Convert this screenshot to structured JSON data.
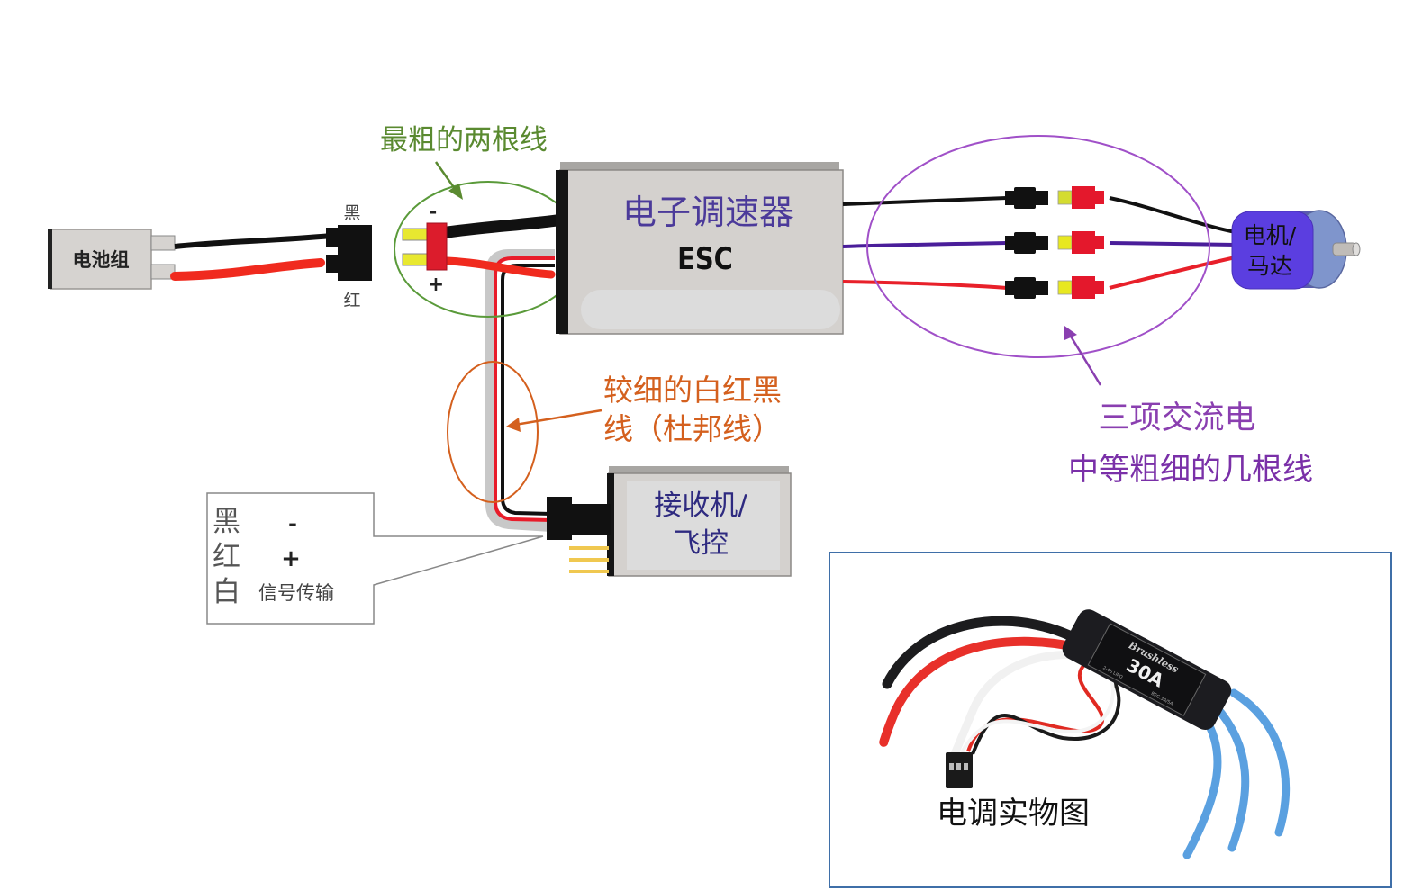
{
  "title": "ESC wiring diagram",
  "battery": {
    "label": "电池组",
    "black_label": "黑",
    "red_label": "红"
  },
  "thick_wires": {
    "annotation": "最粗的两根线",
    "minus": "-",
    "plus": "+"
  },
  "esc": {
    "label_cn": "电子调速器",
    "label_en": "ESC"
  },
  "motor": {
    "label_line1": "电机/",
    "label_line2": "马达"
  },
  "three_phase": {
    "annotation_line1": "三项交流电",
    "annotation_line2": "中等粗细的几根线"
  },
  "signal_wires": {
    "annotation_line1": "较细的白红黑",
    "annotation_line2": "线（杜邦线）"
  },
  "receiver": {
    "label_line1": "接收机/",
    "label_line2": "飞控"
  },
  "legend": {
    "rows": [
      {
        "color": "黑",
        "meaning": "-"
      },
      {
        "color": "红",
        "meaning": "+"
      },
      {
        "color": "白",
        "meaning": "信号传输"
      }
    ]
  },
  "photo": {
    "caption": "电调实物图",
    "brand": "Brushless",
    "rating": "30A",
    "spec_left": "2-4S LIPO",
    "spec_right": "BEC:3A/5A"
  },
  "colors": {
    "green_annotation": "#5a8a30",
    "orange_annotation": "#d4601e",
    "purple_annotation": "#8a3fb0",
    "esc_text": "#4b3a9a",
    "motor_body": "#5b3ee0",
    "wire_red": "#e8202a",
    "wire_purple": "#4a1e9a",
    "connector_yellow": "#e8e830",
    "photo_border": "#3f6fa8",
    "blue_wire": "#5aa0e0"
  }
}
